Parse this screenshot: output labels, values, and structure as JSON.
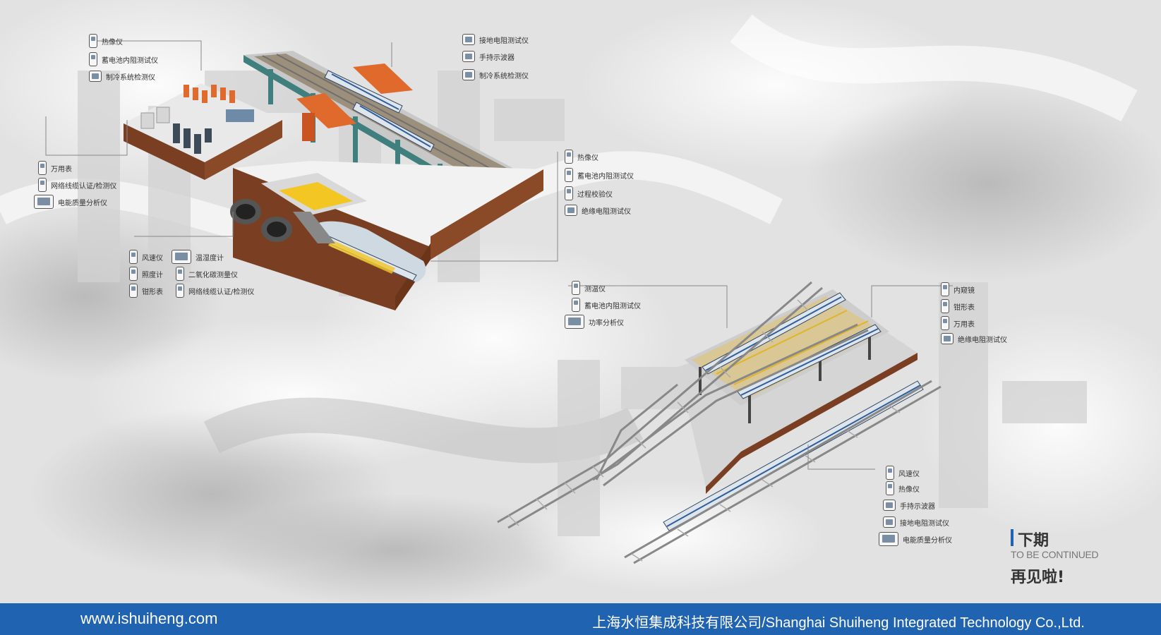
{
  "metro_station": {
    "labels_top_left": [
      "热像仪",
      "蓄电池内阻测试仪",
      "制冷系统检测仪"
    ],
    "labels_left": [
      "万用表",
      "网络线缆认证/检测仪",
      "电能质量分析仪"
    ],
    "labels_top_right": [
      "接地电阻测试仪",
      "手持示波器",
      "制冷系统检测仪"
    ],
    "labels_right": [
      "热像仪",
      "蓄电池内阻测试仪",
      "过程校验仪",
      "绝缘电阻测试仪"
    ],
    "labels_bottom": {
      "col1": [
        "风速仪",
        "照度计",
        "钳形表"
      ],
      "col2": [
        "温湿度计",
        "二氧化碳测量仪",
        "网络线缆认证/检测仪"
      ]
    }
  },
  "depot": {
    "labels_top_left": [
      "测温仪",
      "蓄电池内阻测试仪",
      "功率分析仪"
    ],
    "labels_top_right": [
      "内窥镜",
      "钳形表",
      "万用表",
      "绝缘电阻测试仪"
    ],
    "labels_bottom_right": [
      "风速仪",
      "热像仪",
      "手持示波器",
      "接地电阻测试仪",
      "电能质量分析仪"
    ]
  },
  "next_issue": {
    "title": "下期",
    "subtitle": "TO BE CONTINUED",
    "farewell": "再见啦!"
  },
  "footer": {
    "url": "www.ishuiheng.com",
    "company": "上海水恒集成科技有限公司/Shanghai Shuiheng Integrated Technology Co.,Ltd."
  },
  "colors": {
    "brand_blue": "#1f63b1",
    "station_orange": "#e06a2c",
    "soil_brown": "#7a3f22",
    "steel_teal": "#3f7f7d"
  }
}
